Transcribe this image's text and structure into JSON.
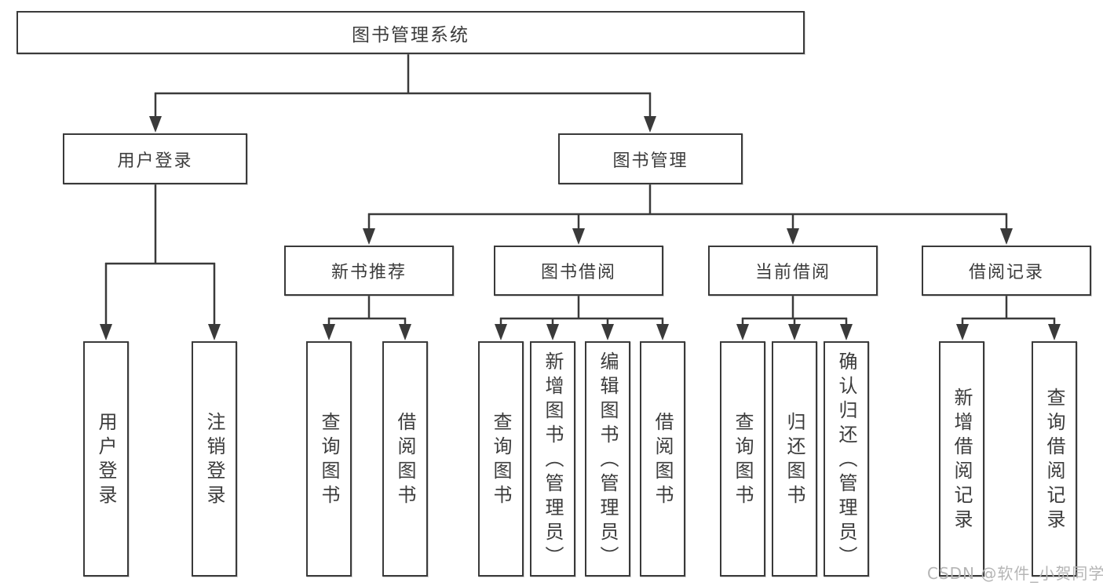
{
  "diagram_title": "图书管理系统",
  "nodes": {
    "root": "图书管理系统",
    "user_login": "用户登录",
    "book_management": "图书管理",
    "new_book_recommend": "新书推荐",
    "book_borrowing": "图书借阅",
    "current_borrowing": "当前借阅",
    "borrowing_records": "借阅记录",
    "login": "用户登录",
    "logout": "注销登录",
    "rec_query_books": "查询图书",
    "rec_borrow_books": "借阅图书",
    "borrow_query_books": "查询图书",
    "borrow_add_books": "新增图书（管理员）",
    "borrow_edit_books": "编辑图书（管理员）",
    "borrow_borrow_books": "借阅图书",
    "current_query_books": "查询图书",
    "current_return_books": "归还图书",
    "current_confirm_return": "确认归还（管理员）",
    "records_add": "新增借阅记录",
    "records_query": "查询借阅记录"
  },
  "watermark": {
    "text": "CSDN @软件_小贺同学"
  },
  "colors": {
    "line": "#3a3a3a",
    "text": "#3c3c3c",
    "watermark": "#b5b5b5",
    "background": "#ffffff"
  }
}
